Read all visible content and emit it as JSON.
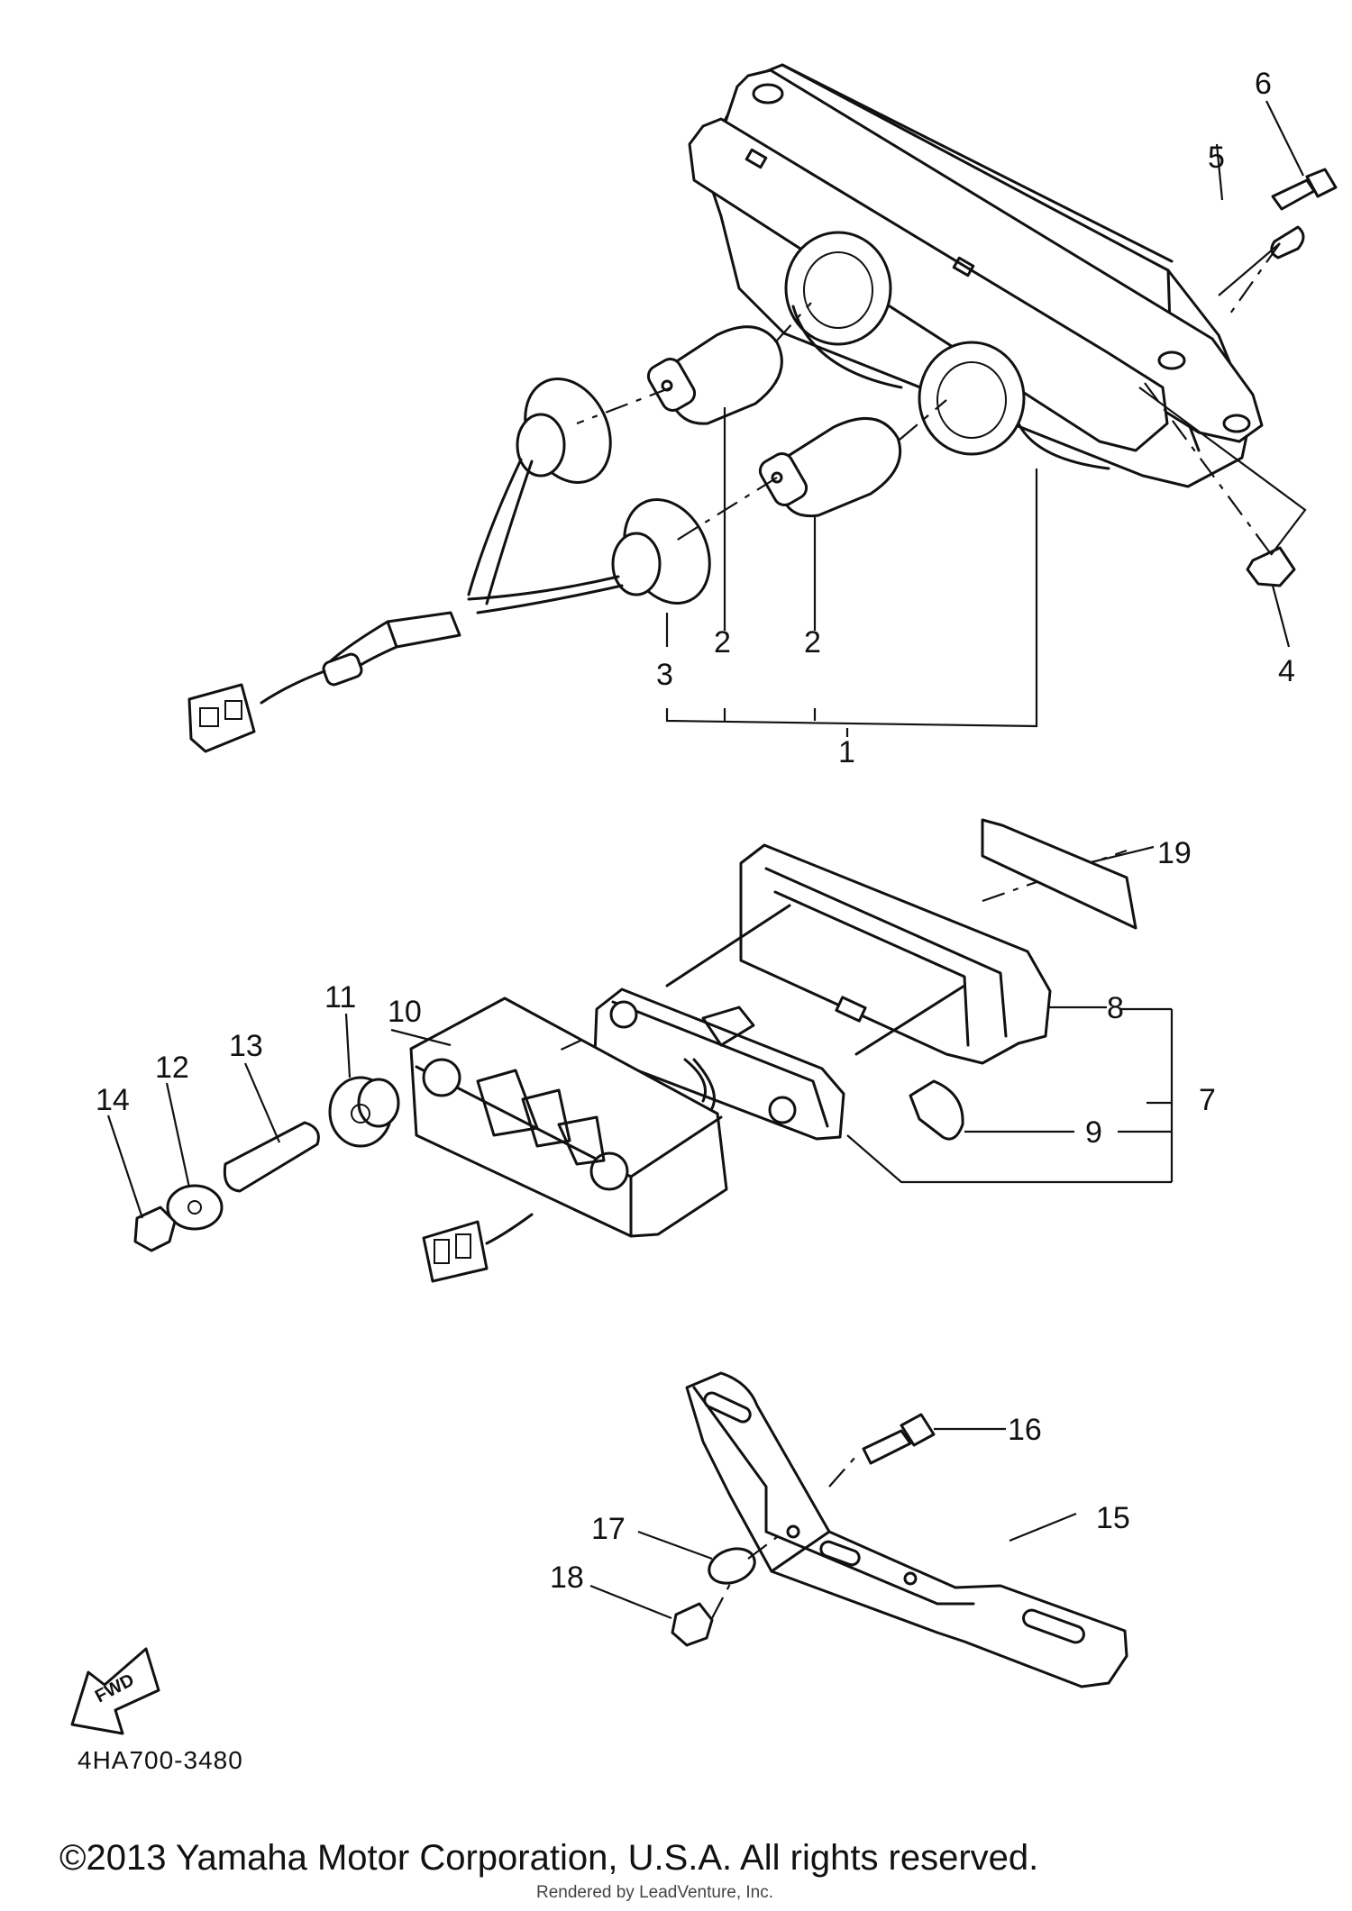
{
  "callouts": [
    "1",
    "2",
    "2",
    "3",
    "4",
    "5",
    "6",
    "7",
    "8",
    "9",
    "10",
    "11",
    "12",
    "13",
    "14",
    "15",
    "16",
    "17",
    "18",
    "19"
  ],
  "fwd_label": "FWD",
  "diagram_code": "4HA700-3480",
  "copyright": "©2013 Yamaha Motor Corporation, U.S.A. All rights reserved.",
  "rendered_by": "Rendered by LeadVenture, Inc."
}
